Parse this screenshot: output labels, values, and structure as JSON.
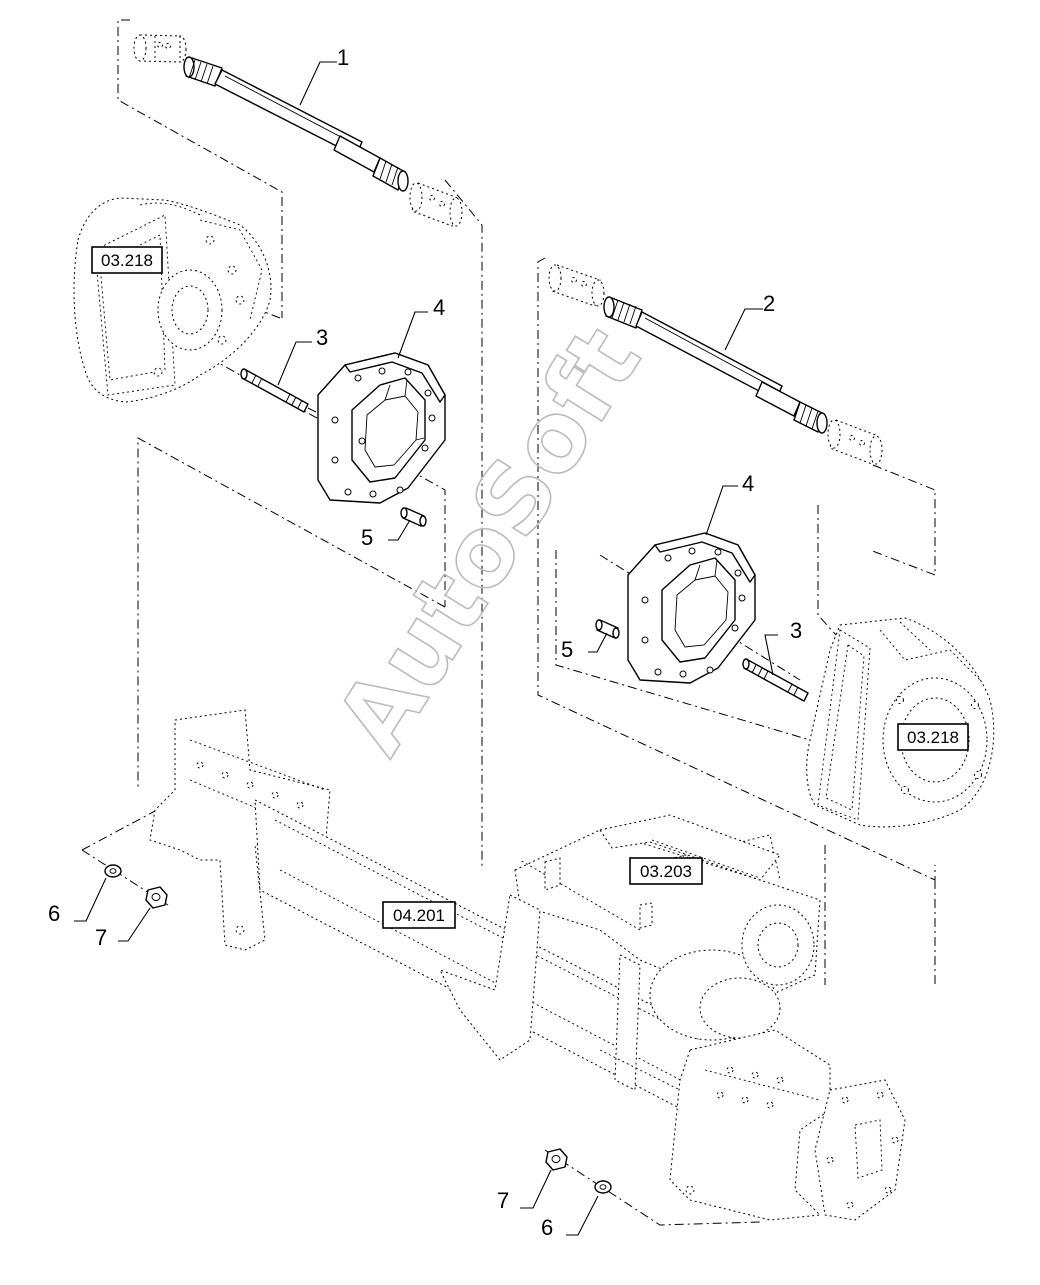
{
  "watermark": "AutoSoft",
  "callouts": {
    "c1": "1",
    "c2": "2",
    "c3a": "3",
    "c3b": "3",
    "c4a": "4",
    "c4b": "4",
    "c5a": "5",
    "c5b": "5",
    "c6a": "6",
    "c6b": "6",
    "c7a": "7",
    "c7b": "7"
  },
  "references": {
    "r_03218_left": "03.218",
    "r_03218_right": "03.218",
    "r_03203": "03.203",
    "r_04201": "04.201"
  }
}
